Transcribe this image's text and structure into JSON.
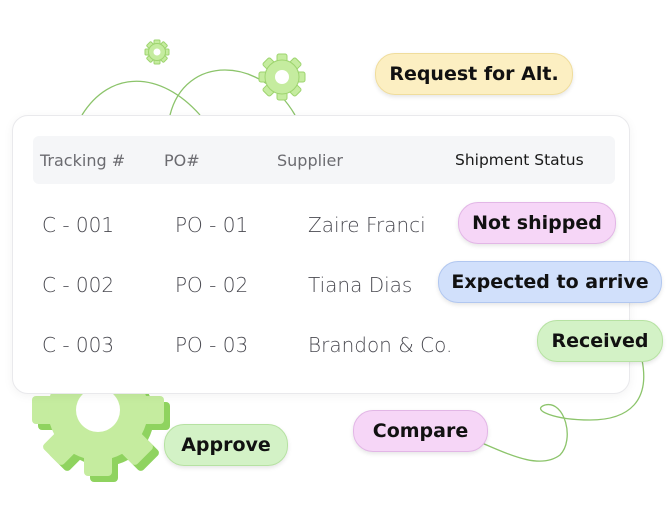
{
  "colors": {
    "gear_green": "#c5ec9f",
    "gear_green_dark": "#8fd35f",
    "line_green": "#8cc46b",
    "pill_yellow": "#fcefc2",
    "pill_pink": "#f6d6f7",
    "pill_blue": "#d1e0fb",
    "pill_green": "#d3f2c6"
  },
  "floating_tags": {
    "request_alt": "Request for Alt.",
    "approve": "Approve",
    "compare": "Compare"
  },
  "table": {
    "headers": {
      "tracking": "Tracking #",
      "po": "PO#",
      "supplier": "Supplier",
      "status": "Shipment Status"
    },
    "rows": [
      {
        "tracking": "C - 001",
        "po": "PO - 01",
        "supplier": "Zaire Franci",
        "status": "Not shipped"
      },
      {
        "tracking": "C - 002",
        "po": "PO - 02",
        "supplier": "Tiana Dias",
        "status": "Expected to arrive"
      },
      {
        "tracking": "C - 003",
        "po": "PO - 03",
        "supplier": "Brandon & Co.",
        "status": "Received"
      }
    ]
  },
  "icons": [
    "gear-icon"
  ]
}
